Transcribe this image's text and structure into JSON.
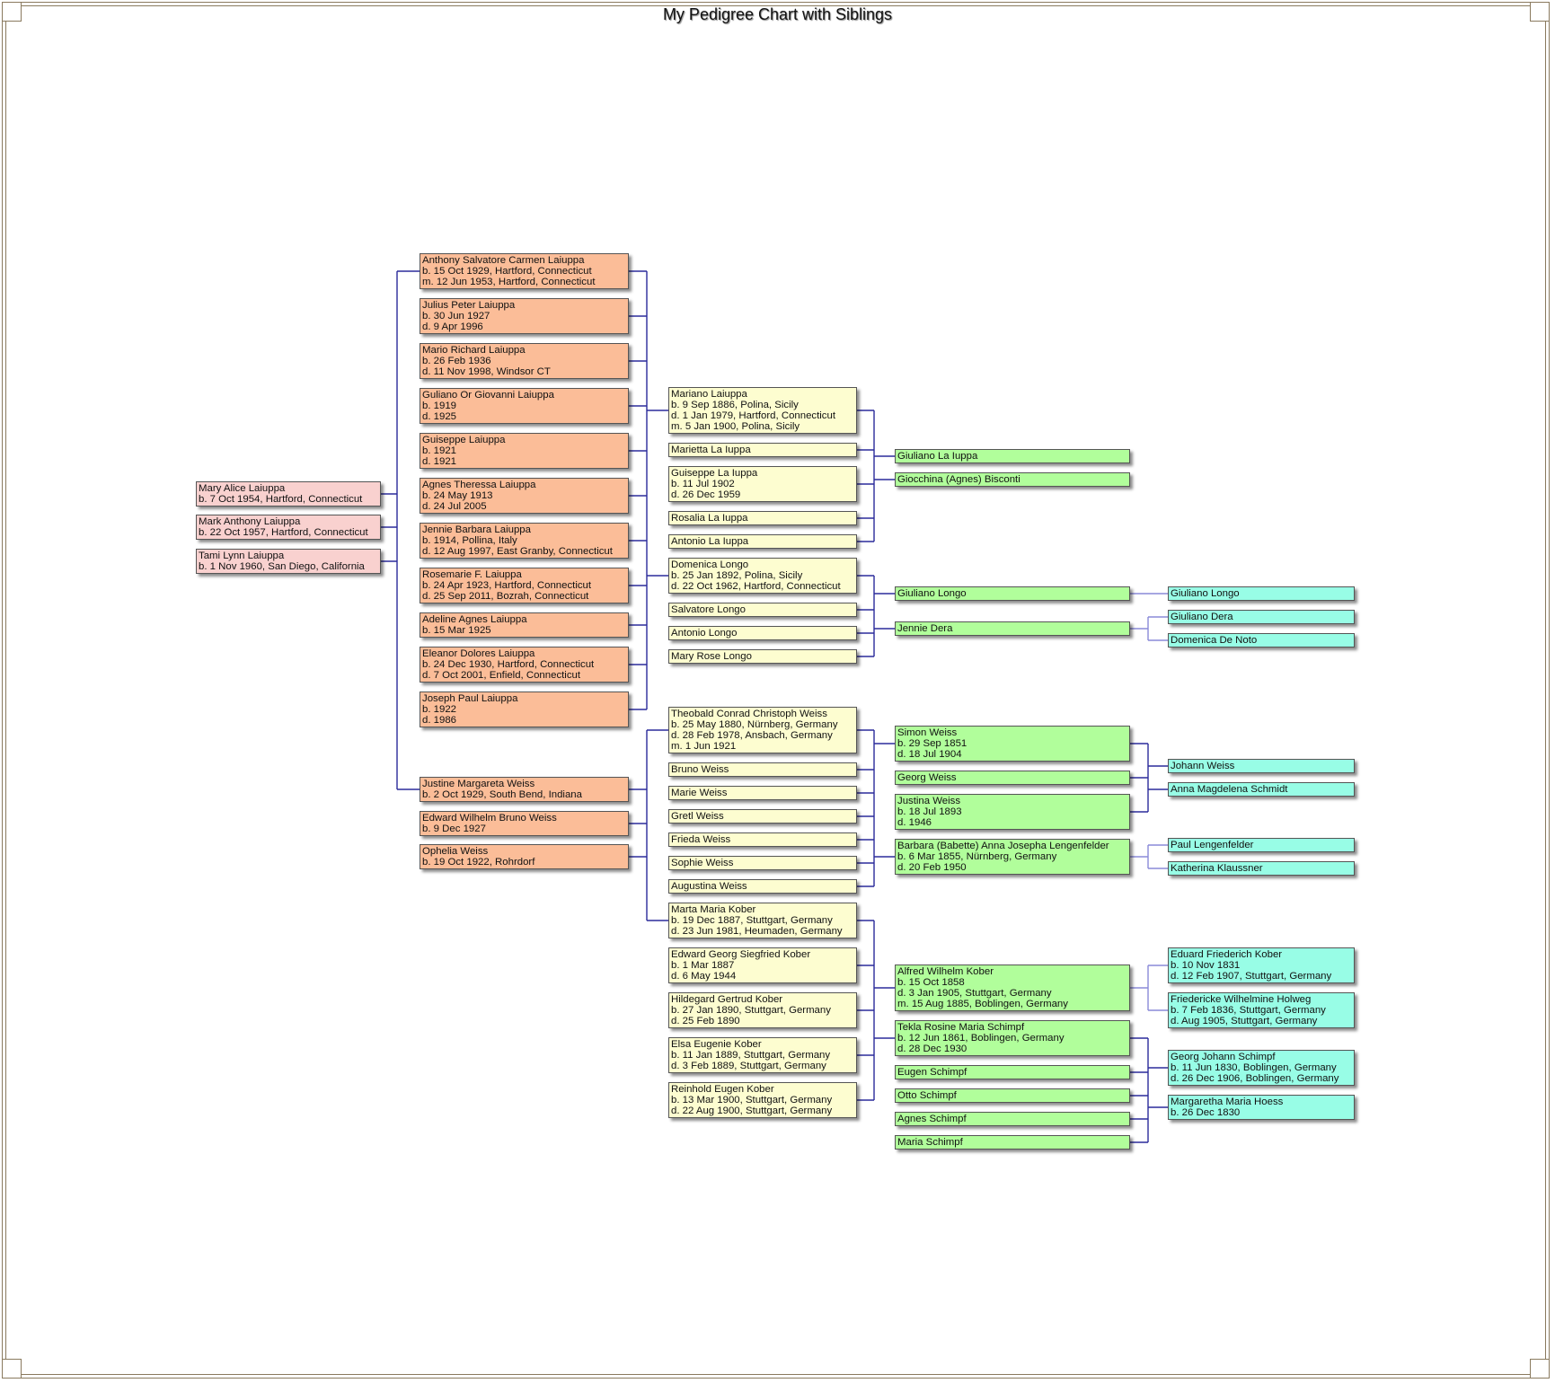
{
  "title": "My Pedigree Chart with Siblings",
  "colors": {
    "line": "#2b2b9b",
    "line_light": "#8a8ad8",
    "frame": "#8a7a5e",
    "gen0": "#f9d1cf",
    "gen1": "#fbbd98",
    "gen2": "#fdfdd0",
    "gen3": "#b1fe9b",
    "gen4": "#98fde6"
  },
  "people": {
    "mary_alice": {
      "name": "Mary Alice Laiuppa",
      "details": [
        "b. 7 Oct 1954, Hartford, Connecticut"
      ]
    },
    "mark_anthony": {
      "name": "Mark Anthony Laiuppa",
      "details": [
        "b. 22 Oct 1957, Hartford, Connecticut"
      ]
    },
    "tami_lynn": {
      "name": "Tami Lynn Laiuppa",
      "details": [
        "b. 1 Nov 1960, San Diego, California"
      ]
    },
    "anthony": {
      "name": "Anthony Salvatore Carmen Laiuppa",
      "details": [
        "b. 15 Oct 1929, Hartford, Connecticut",
        "m. 12 Jun 1953, Hartford, Connecticut"
      ]
    },
    "julius": {
      "name": "Julius Peter Laiuppa",
      "details": [
        "b. 30 Jun 1927",
        "d. 9 Apr 1996"
      ]
    },
    "mario": {
      "name": "Mario Richard Laiuppa",
      "details": [
        "b. 26 Feb 1936",
        "d. 11 Nov 1998, Windsor CT"
      ]
    },
    "guliano": {
      "name": "Guliano Or Giovanni Laiuppa",
      "details": [
        "b. 1919",
        "d. 1925"
      ]
    },
    "guiseppe": {
      "name": "Guiseppe Laiuppa",
      "details": [
        "b. 1921",
        "d. 1921"
      ]
    },
    "agnes": {
      "name": "Agnes Theressa Laiuppa",
      "details": [
        "b. 24 May 1913",
        "d. 24 Jul 2005"
      ]
    },
    "jennie_b": {
      "name": "Jennie Barbara Laiuppa",
      "details": [
        "b. 1914, Pollina, Italy",
        "d. 12 Aug 1997, East Granby, Connecticut"
      ]
    },
    "rosemarie": {
      "name": "Rosemarie F. Laiuppa",
      "details": [
        "b. 24 Apr 1923, Hartford, Connecticut",
        "d. 25 Sep 2011, Bozrah, Connecticut"
      ]
    },
    "adeline": {
      "name": "Adeline Agnes Laiuppa",
      "details": [
        "b. 15 Mar 1925"
      ]
    },
    "eleanor": {
      "name": "Eleanor Dolores Laiuppa",
      "details": [
        "b. 24 Dec 1930, Hartford, Connecticut",
        "d. 7 Oct 2001, Enfield, Connecticut"
      ]
    },
    "joseph": {
      "name": "Joseph Paul Laiuppa",
      "details": [
        "b. 1922",
        "d. 1986"
      ]
    },
    "justine": {
      "name": "Justine Margareta Weiss",
      "details": [
        "b. 2 Oct 1929, South Bend, Indiana"
      ]
    },
    "edward_w": {
      "name": "Edward Wilhelm Bruno Weiss",
      "details": [
        "b. 9 Dec 1927"
      ]
    },
    "ophelia": {
      "name": "Ophelia Weiss",
      "details": [
        "b. 19 Oct 1922, Rohrdorf"
      ]
    },
    "mariano": {
      "name": "Mariano Laiuppa",
      "details": [
        "b. 9 Sep 1886, Polina, Sicily",
        "d. 1 Jan 1979, Hartford, Connecticut",
        "m. 5 Jan 1900, Polina, Sicily"
      ]
    },
    "marietta": {
      "name": "Marietta La Iuppa",
      "details": []
    },
    "guiseppe_la": {
      "name": "Guiseppe La Iuppa",
      "details": [
        "b. 11 Jul 1902",
        "d. 26 Dec 1959"
      ]
    },
    "rosalia": {
      "name": "Rosalia La Iuppa",
      "details": []
    },
    "antonio_la": {
      "name": "Antonio La Iuppa",
      "details": []
    },
    "domenica": {
      "name": "Domenica Longo",
      "details": [
        "b. 25 Jan 1892, Polina, Sicily",
        "d. 22 Oct 1962, Hartford, Connecticut"
      ]
    },
    "salvatore": {
      "name": "Salvatore Longo",
      "details": []
    },
    "antonio_lo": {
      "name": "Antonio Longo",
      "details": []
    },
    "mary_rose": {
      "name": "Mary Rose Longo",
      "details": []
    },
    "theobald": {
      "name": "Theobald Conrad Christoph Weiss",
      "details": [
        "b. 25 May 1880, Nürnberg, Germany",
        "d. 28 Feb 1978, Ansbach, Germany",
        "m. 1 Jun 1921"
      ]
    },
    "bruno": {
      "name": "Bruno Weiss",
      "details": []
    },
    "marie": {
      "name": "Marie Weiss",
      "details": []
    },
    "gretl": {
      "name": "Gretl Weiss",
      "details": []
    },
    "frieda": {
      "name": "Frieda Weiss",
      "details": []
    },
    "sophie": {
      "name": "Sophie Weiss",
      "details": []
    },
    "augustina": {
      "name": "Augustina Weiss",
      "details": []
    },
    "marta": {
      "name": "Marta Maria Kober",
      "details": [
        "b. 19 Dec 1887, Stuttgart, Germany",
        "d. 23 Jun 1981, Heumaden, Germany"
      ]
    },
    "edward_g": {
      "name": "Edward Georg Siegfried Kober",
      "details": [
        "b. 1 Mar 1887",
        "d. 6 May 1944"
      ]
    },
    "hildegard": {
      "name": "Hildegard Gertrud Kober",
      "details": [
        "b. 27 Jan 1890, Stuttgart, Germany",
        "d. 25 Feb 1890"
      ]
    },
    "elsa": {
      "name": "Elsa Eugenie Kober",
      "details": [
        "b. 11 Jan 1889, Stuttgart, Germany",
        "d. 3 Feb 1889, Stuttgart, Germany"
      ]
    },
    "reinhold": {
      "name": "Reinhold Eugen Kober",
      "details": [
        "b. 13 Mar 1900, Stuttgart, Germany",
        "d. 22 Aug 1900, Stuttgart, Germany"
      ]
    },
    "giuliano_la": {
      "name": "Giuliano La Iuppa",
      "details": []
    },
    "giocchina": {
      "name": "Giocchina (Agnes) Bisconti",
      "details": []
    },
    "giuliano_longo": {
      "name": "Giuliano Longo",
      "details": []
    },
    "jennie_dera": {
      "name": "Jennie Dera",
      "details": []
    },
    "simon": {
      "name": "Simon Weiss",
      "details": [
        "b. 29 Sep 1851",
        "d. 18 Jul 1904"
      ]
    },
    "georg_w": {
      "name": "Georg Weiss",
      "details": []
    },
    "justina": {
      "name": "Justina Weiss",
      "details": [
        "b. 18 Jul 1893",
        "d. 1946"
      ]
    },
    "barbara": {
      "name": "Barbara (Babette) Anna Josepha Lengenfelder",
      "details": [
        "b. 6 Mar 1855, Nürnberg, Germany",
        "d. 20 Feb 1950"
      ]
    },
    "alfred": {
      "name": "Alfred Wilhelm Kober",
      "details": [
        "b. 15 Oct 1858",
        "d. 3 Jan 1905, Stuttgart, Germany",
        "m. 15 Aug 1885, Boblingen, Germany"
      ]
    },
    "tekla": {
      "name": "Tekla Rosine Maria Schimpf",
      "details": [
        "b. 12 Jun 1861, Boblingen, Germany",
        "d. 28 Dec 1930"
      ]
    },
    "eugen": {
      "name": "Eugen Schimpf",
      "details": []
    },
    "otto": {
      "name": "Otto Schimpf",
      "details": []
    },
    "agnes_s": {
      "name": "Agnes Schimpf",
      "details": []
    },
    "maria_s": {
      "name": "Maria Schimpf",
      "details": []
    },
    "giuliano_longo2": {
      "name": "Giuliano Longo",
      "details": []
    },
    "giuliano_dera": {
      "name": "Giuliano Dera",
      "details": []
    },
    "domenica_dn": {
      "name": "Domenica De Noto",
      "details": []
    },
    "johann": {
      "name": "Johann Weiss",
      "details": []
    },
    "anna_m": {
      "name": "Anna Magdelena Schmidt",
      "details": []
    },
    "paul": {
      "name": "Paul Lengenfelder",
      "details": []
    },
    "katherina": {
      "name": "Katherina Klaussner",
      "details": []
    },
    "eduard": {
      "name": "Eduard Friederich Kober",
      "details": [
        "b. 10 Nov 1831",
        "d. 12 Feb 1907, Stuttgart, Germany"
      ]
    },
    "friedericke": {
      "name": "Friedericke Wilhelmine Holweg",
      "details": [
        "b. 7 Feb 1836, Stuttgart, Germany",
        "d. Aug 1905, Stuttgart, Germany"
      ]
    },
    "georg_j": {
      "name": "Georg Johann Schimpf",
      "details": [
        "b. 11 Jun 1830, Boblingen, Germany",
        "d. 26 Dec 1906, Boblingen, Germany"
      ]
    },
    "margaretha": {
      "name": "Margaretha Maria Hoess",
      "details": [
        "b. 26 Dec 1830"
      ]
    }
  }
}
